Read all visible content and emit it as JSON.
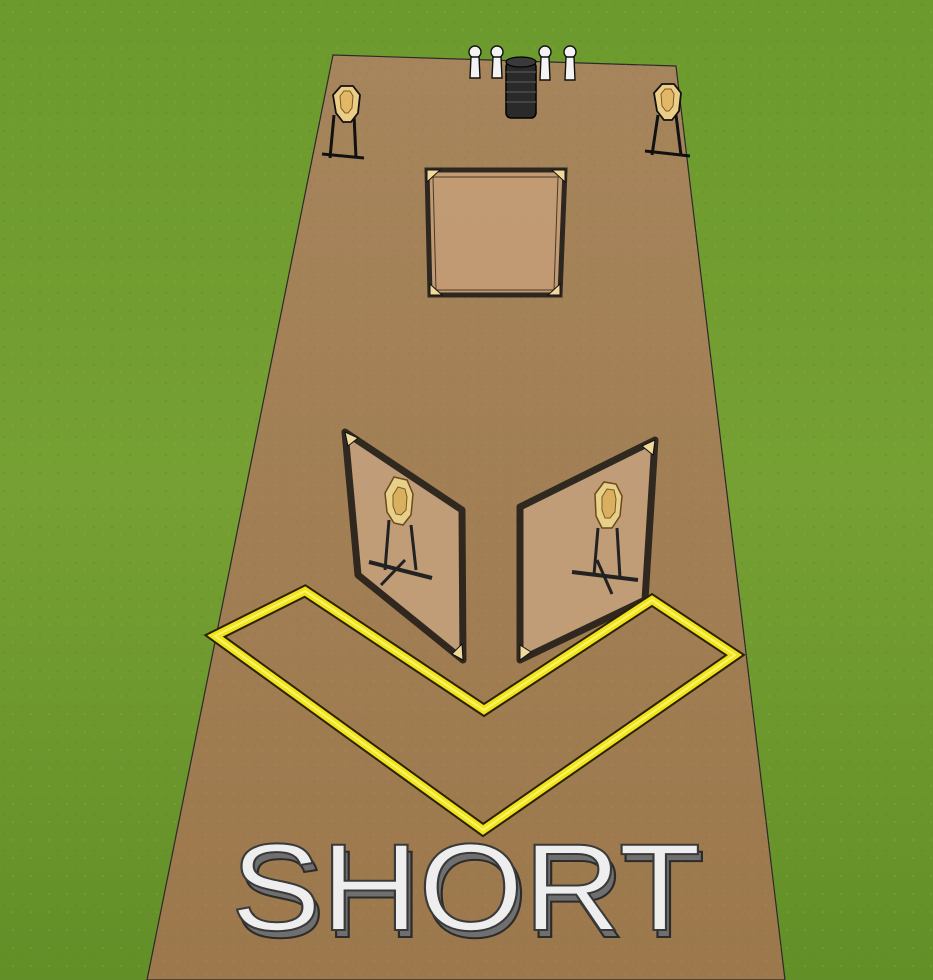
{
  "scene": {
    "label_text": "SHORT",
    "colors": {
      "grass": "#6f9a30",
      "grass_dark": "#4f7a1e",
      "dirt": "#a88458",
      "dirt_dark": "#8f6b41",
      "fault_line": "#e6dc10",
      "barricade_frame": "#1b1b1b",
      "barricade_fill": "#c8a07a",
      "target": "#e8cf8a",
      "popper": "#f2f2f2",
      "tire": "#222222",
      "text_fill": "#ececec",
      "text_shadow": "#8a8a8a"
    },
    "elements": {
      "paper_targets": 4,
      "steel_poppers": 4,
      "barricade_walls": 3,
      "tire_stack": 1,
      "shooting_box": 1
    }
  }
}
